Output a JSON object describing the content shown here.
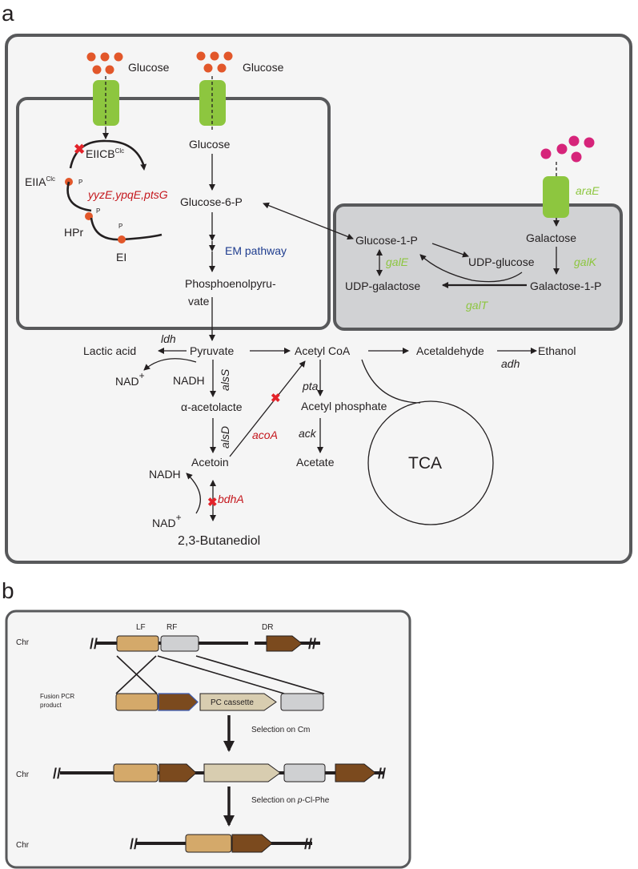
{
  "panel_a": {
    "label": "a",
    "glucose_left": "Glucose",
    "glucose_right": "Glucose",
    "glucose_inner": "Glucose",
    "eiicb": "EIICB",
    "eiicb_sup": "Clc",
    "eiia": "EIIA",
    "eiia_sup": "Clc",
    "p": "P",
    "hpr": "HPr",
    "ei": "EI",
    "pts_genes": "yyzE,ypqE,ptsG",
    "g6p": "Glucose-6-P",
    "em": "EM pathway",
    "pep_line1": "Phosphoenolpyru-",
    "pep_line2": "vate",
    "arae": "araE",
    "galactose": "Galactose",
    "g1p": "Glucose-1-P",
    "udpglc": "UDP-glucose",
    "gale": "galE",
    "galk": "galK",
    "udpgal": "UDP-galactose",
    "gal1p": "Galactose-1-P",
    "galt": "galT",
    "ldh": "ldh",
    "lactic": "Lactic acid",
    "pyruvate": "Pyruvate",
    "acetylcoa": "Acetyl CoA",
    "acetaldehyde": "Acetaldehyde",
    "ethanol": "Ethanol",
    "adh": "adh",
    "nad_top": "NAD",
    "plus": "+",
    "nadh_top": "NADH",
    "alss": "alsS",
    "pta": "pta",
    "acetolacte": "α-acetolacte",
    "acetylp": "Acetyl phosphate",
    "alsd": "alsD",
    "acoa": "acoA",
    "ack": "ack",
    "acetoin": "Acetoin",
    "acetate": "Acetate",
    "tca": "TCA",
    "nadh_bottom": "NADH",
    "nad_bottom": "NAD",
    "bdha": "bdhA",
    "butanediol": "2,3-Butanediol"
  },
  "panel_b": {
    "label": "b",
    "chr1": "Chr",
    "lf": "LF",
    "rf": "RF",
    "dr": "DR",
    "fusion1": "Fusion PCR",
    "fusion2": "product",
    "pc": "PC cassette",
    "sel_cm": "Selection on Cm",
    "chr2": "Chr",
    "sel_p_pre": "Selection on ",
    "sel_p_it": "p",
    "sel_p_post": "-Cl-Phe",
    "chr3": "Chr"
  },
  "colors": {
    "glucose_dot": "#e2572a",
    "galactose_dot": "#d6247a",
    "transporter": "#8dc63f",
    "gene_red": "#c4161c",
    "gene_green": "#8dc63f",
    "em_blue": "#1f3d8f",
    "lf_tan": "#d4a96a",
    "dr_brown": "#7b4a1e",
    "rf_gray": "#cfd0d2",
    "pc_beige": "#d8cdb0"
  }
}
